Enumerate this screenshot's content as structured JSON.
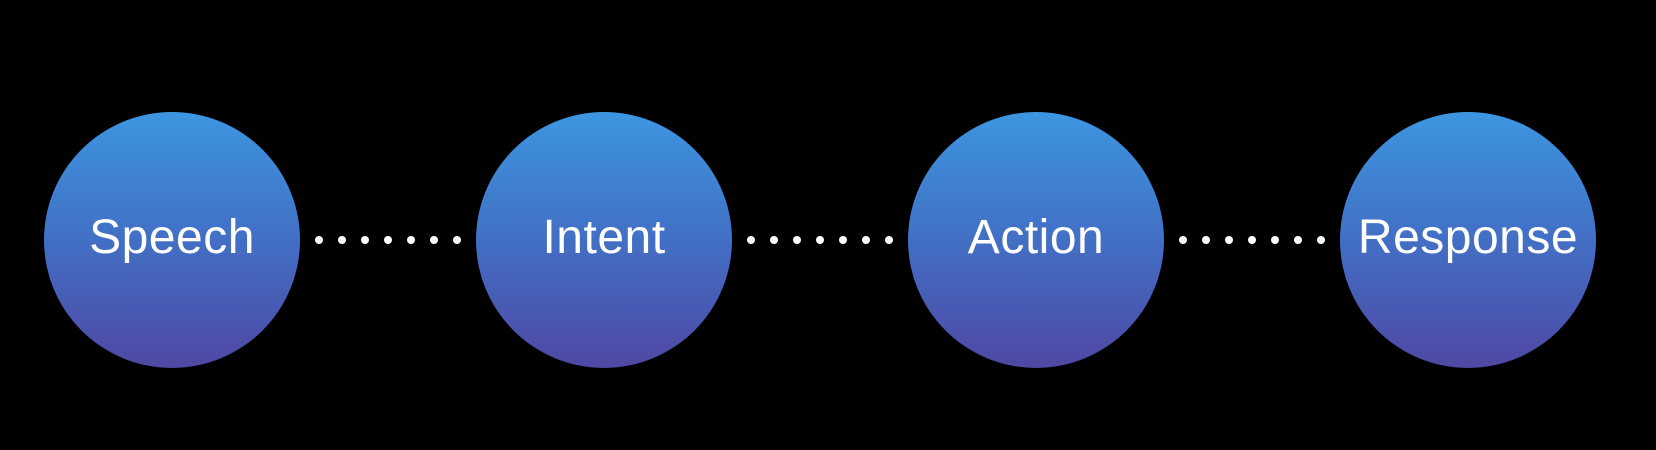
{
  "diagram": {
    "title": "speech-to-response-pipeline",
    "background_color": "#000000",
    "nodes": [
      {
        "label": "Speech"
      },
      {
        "label": "Intent"
      },
      {
        "label": "Action"
      },
      {
        "label": "Response"
      }
    ],
    "node_style": {
      "shape": "circle",
      "gradient_top": "#3D96E0",
      "gradient_bottom": "#4E48A3",
      "text_color": "#FFFFFF"
    },
    "connector": {
      "style": "dotted",
      "dot_count": 7,
      "dot_color": "#FFFFFF"
    }
  }
}
